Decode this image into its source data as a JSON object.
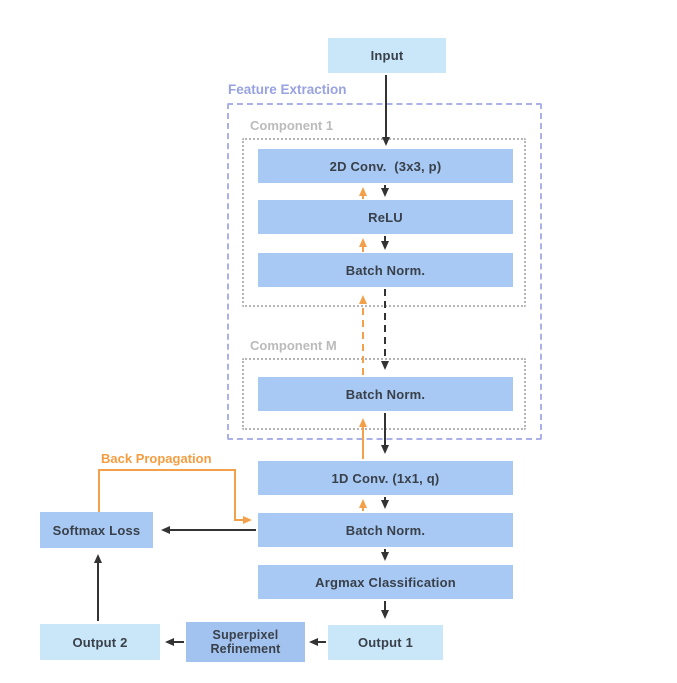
{
  "palette": {
    "light_blue": "#c9e7f9",
    "medium_blue": "#a7c9f3",
    "deep_blue": "#a2c3ef",
    "orange": "#f3a04a",
    "black_arrow": "#333333",
    "lavender_border": "#abb1e8",
    "gray_border": "#b4b4b4",
    "text_dark": "#39404a"
  },
  "containers": {
    "feature_extraction": "Feature Extraction",
    "component_1": "Component 1",
    "component_m": "Component M"
  },
  "nodes": {
    "input": "Input",
    "conv2d": "2D Conv.  (3x3, p)",
    "relu": "ReLU",
    "batch_norm_1": "Batch Norm.",
    "batch_norm_m": "Batch Norm.",
    "conv1d": "1D Conv. (1x1, q)",
    "batch_norm_out": "Batch Norm.",
    "argmax": "Argmax Classification",
    "output_1": "Output 1",
    "superpixel": {
      "line1": "Superpixel",
      "line2": "Refinement"
    },
    "output_2": "Output 2",
    "softmax_loss": "Softmax Loss"
  },
  "annotations": {
    "back_propagation": "Back Propagation"
  }
}
